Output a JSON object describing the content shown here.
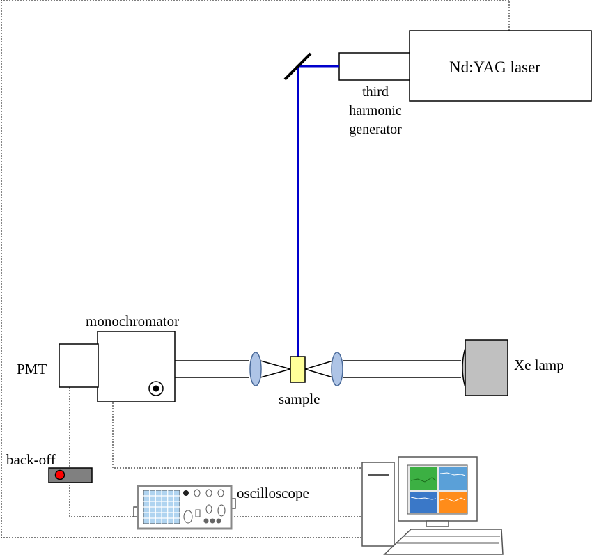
{
  "labels": {
    "laser": "Nd:YAG laser",
    "third_harmonic_generator": "third\nharmonic\ngenerator",
    "monochromator": "monochromator",
    "pmt": "PMT",
    "sample": "sample",
    "xe_lamp": "Xe lamp",
    "back_off": "back-off",
    "oscilloscope": "oscilloscope"
  },
  "colors": {
    "laser_beam": "#0000cc",
    "sample_fill": "#ffff99",
    "lens_fill": "#aec4e6",
    "xe_lamp_fill": "#c0c0c0",
    "back_off_box": "#808080",
    "back_off_button": "#ff0000",
    "oscilloscope_screen": "#b0d4f0",
    "monitor_green": "#3cb043",
    "monitor_blue": "#3a78c8",
    "monitor_orange": "#ff8c1a"
  }
}
